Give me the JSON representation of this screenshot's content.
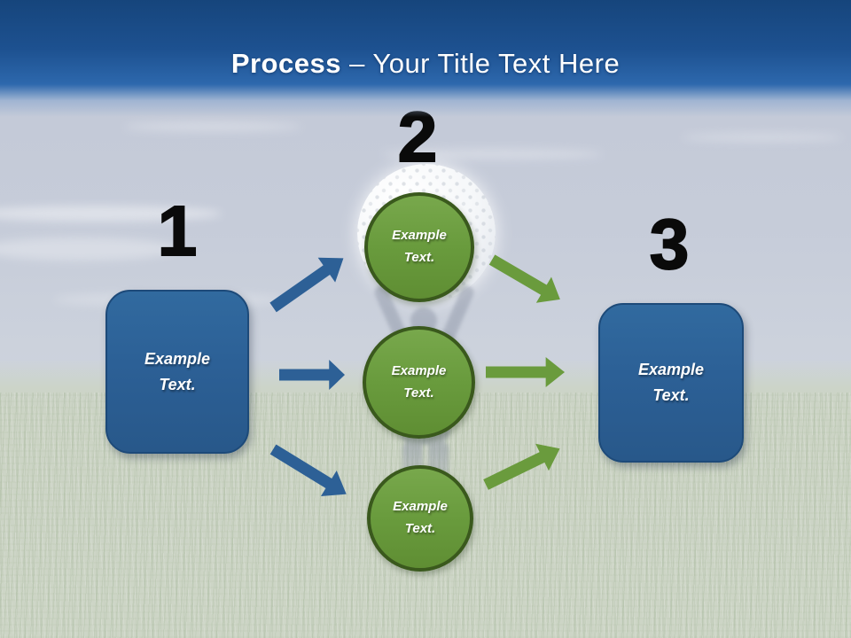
{
  "slide_title": {
    "bold": "Process",
    "separator_and_rest": "– Your Title Text Here"
  },
  "steps": [
    {
      "number": "1",
      "shape": "rounded-rectangle",
      "label": {
        "line1": "Example",
        "line2": "Text."
      }
    },
    {
      "number": "2",
      "shape": "circle-stack",
      "circles": [
        {
          "label": {
            "line1": "Example",
            "line2": "Text."
          }
        },
        {
          "label": {
            "line1": "Example",
            "line2": "Text."
          }
        },
        {
          "label": {
            "line1": "Example",
            "line2": "Text."
          }
        }
      ]
    },
    {
      "number": "3",
      "shape": "rounded-rectangle",
      "label": {
        "line1": "Example",
        "line2": "Text."
      }
    }
  ],
  "decorations": {
    "golf_ball_icon": "golf-ball",
    "person_icon": "person-holding-ball-silhouette",
    "background": "sky-over-grass-photo"
  },
  "colors": {
    "header_gradient_top": "#16457c",
    "header_gradient_bottom": "#2d68ad",
    "title_text": "#ffffff",
    "step_number": "#0a0a0a",
    "box_fill": "#2d5f95",
    "box_border": "#1d4a79",
    "circle_fill": "#699b3d",
    "circle_border": "#3a591d",
    "arrow_blue": "#2d6096",
    "arrow_green": "#6a9b3d",
    "sky": "#c6ccd9",
    "grass": "#ccd4c5"
  }
}
